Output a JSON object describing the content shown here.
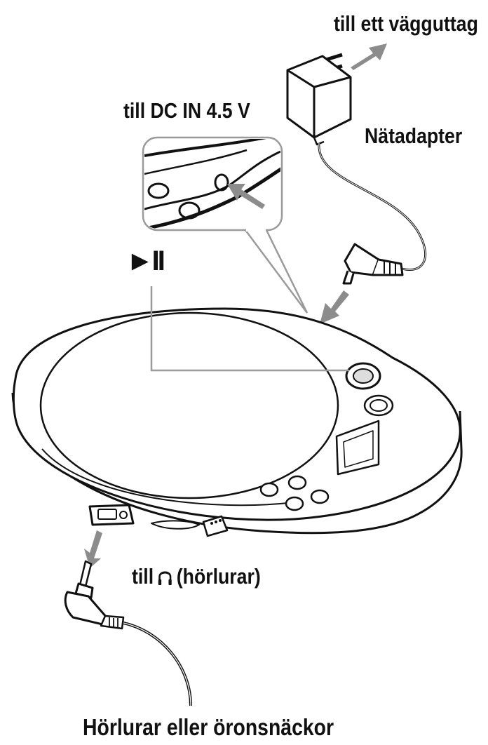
{
  "labels": {
    "wall_outlet": "till ett vägguttag",
    "dc_in": "till DC IN 4.5 V",
    "ac_adapter": "Nätadapter",
    "play_pause": "►II",
    "headphones_prefix": "till",
    "headphones_suffix": "(hörlurar)",
    "earphones": "Hörlurar eller öronsnäckor"
  },
  "icons": [
    "headphones-icon",
    "arrow-icon"
  ],
  "colors": {
    "line": "#111111",
    "arrow": "#8c8c8c",
    "callout_line": "#9a9a9a"
  }
}
